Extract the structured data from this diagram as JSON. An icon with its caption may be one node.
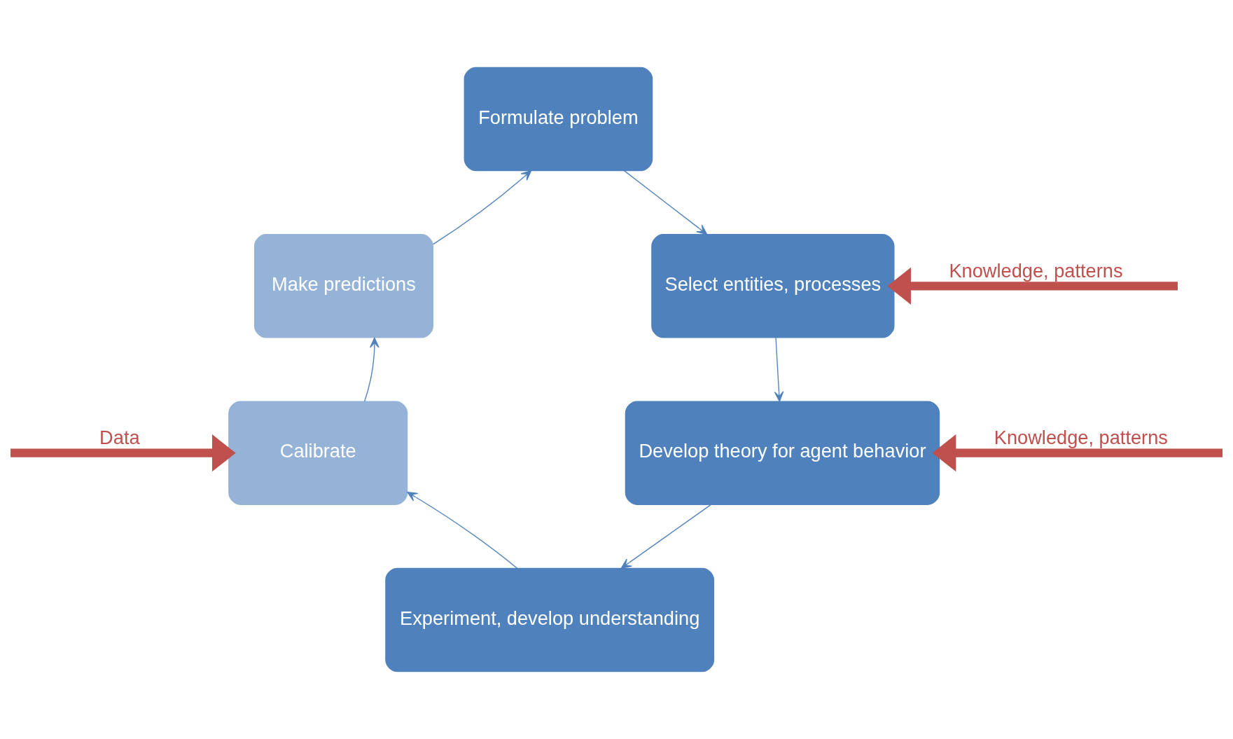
{
  "diagram": {
    "nodes": [
      {
        "text": [
          "Formulate problem"
        ]
      },
      {
        "text": [
          "Select entities, processes"
        ]
      },
      {
        "text": [
          "Develop theory for agent behavior"
        ]
      },
      {
        "text": [
          "Experiment, develop understanding"
        ]
      },
      {
        "text": [
          "Calibrate"
        ]
      },
      {
        "text": [
          "Make predictions"
        ]
      }
    ],
    "edges": [
      {
        "from": 0,
        "to": 1,
        "arrow": "to"
      },
      {
        "from": 1,
        "to": 2,
        "arrow": "to"
      },
      {
        "from": 2,
        "to": 3,
        "arrow": "to"
      },
      {
        "from": 3,
        "to": 4,
        "arrow": "to"
      },
      {
        "from": 4,
        "to": 5,
        "arrow": "to"
      },
      {
        "from": 5,
        "to": 0,
        "arrow": "to"
      },
      {
        "from": null,
        "to": 1,
        "arrow": "to",
        "label": "Knowledge, patterns",
        "style": "thick",
        "color": "#c0504d"
      },
      {
        "from": null,
        "to": 2,
        "arrow": "to",
        "label": "Knowledge, patterns",
        "style": "thick",
        "color": "#c0504d"
      },
      {
        "from": null,
        "to": 4,
        "arrow": "to",
        "label": "Data",
        "style": "thick",
        "color": "#c0504d"
      }
    ]
  }
}
